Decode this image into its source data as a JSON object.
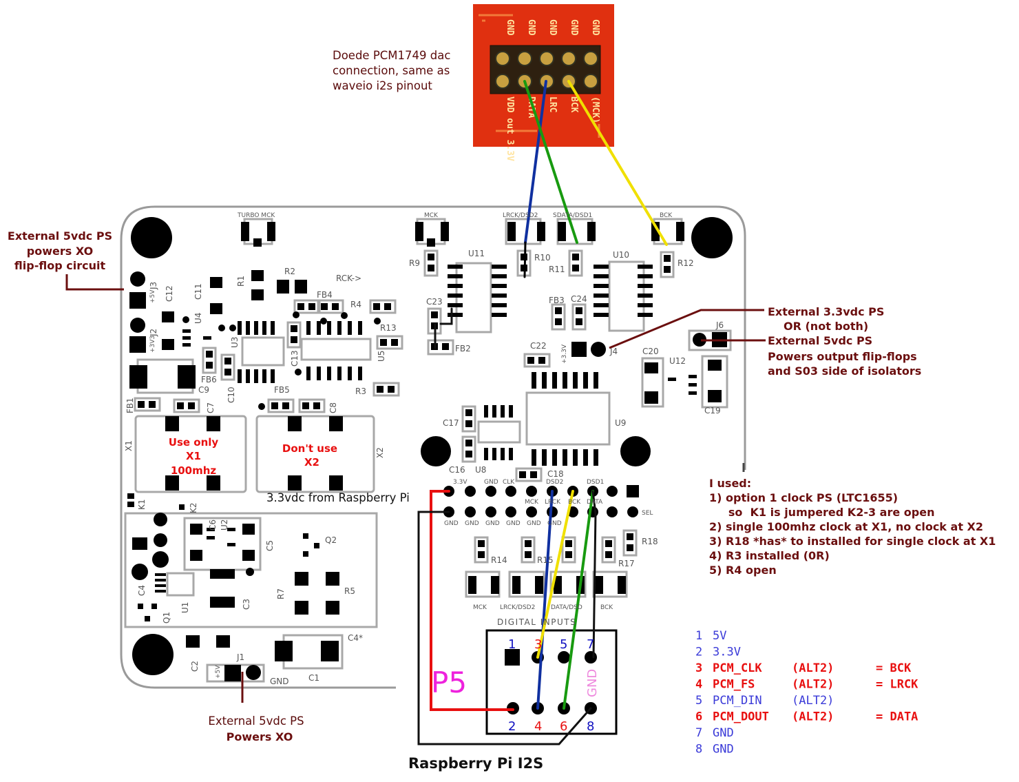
{
  "annotations": {
    "dac_title": [
      "Doede PCM1749 dac",
      "connection, same as",
      "waveio i2s pinout"
    ],
    "ext5v_xo_ff": [
      "External 5vdc PS",
      "powers XO",
      "flip-flop circuit"
    ],
    "ext33": [
      "External 3.3vdc PS",
      "OR (not both)"
    ],
    "ext5v_out": [
      "External 5vdc PS",
      "Powers output flip-flops",
      "and S03 side of isolators"
    ],
    "ext5v_xo": [
      "External 5vdc PS",
      "Powers XO"
    ],
    "use_x1": [
      "Use only",
      "X1",
      "100mhz"
    ],
    "dont_x2": [
      "Don't use",
      "X2"
    ],
    "rpi33": "3.3vdc from Raspberry Pi",
    "p5": "P5",
    "rpi_i2s": "Raspberry Pi I2S",
    "i_used": [
      "I used:",
      "1)  option 1 clock PS (LTC1655)",
      "     so  K1 is jumpered K2-3 are open",
      "2) single 100mhz clock at X1, no clock at X2",
      "3) R18 *has* to installed for single clock at X1",
      "4) R3 installed (0R)",
      "5) R4 open"
    ]
  },
  "dac_header": {
    "top_labels": [
      "GND",
      "GND",
      "GND",
      "GND",
      "GND"
    ],
    "bottom_labels": [
      "VDD out 3.3V",
      "DATA",
      "LRC",
      "BCK",
      "(MCK)"
    ]
  },
  "silkscreen": {
    "turbo_mck": "TURBO MCK",
    "mck": "MCK",
    "lrck_dsd2": "LRCK/DSD2",
    "sdata_dsd1": "SDATA/DSD1",
    "bck": "BCK",
    "u11": "U11",
    "u10": "U10",
    "u9": "U9",
    "u8": "U8",
    "u12": "U12",
    "r1": "R1",
    "r2": "R2",
    "r3": "R3",
    "r4": "R4",
    "r5": "R5",
    "r7": "R7",
    "r9": "R9",
    "r10": "R10",
    "r11": "R11",
    "r12": "R12",
    "r13": "R13",
    "r14": "R14",
    "r15": "R15",
    "r17": "R17",
    "r18": "R18",
    "c1": "C1",
    "c2": "C2",
    "c3": "C3",
    "c4": "C4",
    "c4x": "C4*",
    "c5": "C5",
    "c6": "C6",
    "c7": "C7",
    "c8": "C8",
    "c9": "C9",
    "c10": "C10",
    "c11": "C11",
    "c12": "C12",
    "c13": "C13",
    "c16": "C16",
    "c17": "C17",
    "c18": "C18",
    "c19": "C19",
    "c20": "C20",
    "c22": "C22",
    "c23": "C23",
    "c24": "C24",
    "fb1": "FB1",
    "fb2": "FB2",
    "fb3": "FB3",
    "fb4": "FB4",
    "fb5": "FB5",
    "fb6": "FB6",
    "j1": "J1",
    "j2": "J2",
    "j3": "J3",
    "j4": "J4",
    "j6": "J6",
    "u1": "U1",
    "u2": "U2",
    "u3": "U3",
    "u4": "U4",
    "u5": "U5",
    "q1": "Q1",
    "q2": "Q2",
    "k1": "K1",
    "k2": "K2",
    "x1": "X1",
    "x2": "X2",
    "rck": "RCK->",
    "gnd": "GND",
    "plus5v": "+5V",
    "plus33": "+3.3V",
    "plus3v3": "+3V3",
    "sel": "SEL",
    "digital_inputs": "DIGITAL INPUTS",
    "header_top": [
      "3.3V",
      "GND",
      "CLK",
      "DSD2",
      "DSD1"
    ],
    "header_mid": [
      "MCK",
      "LRCK",
      "BCK",
      "DATA"
    ],
    "header_bot": [
      "GND",
      "GND",
      "GND",
      "GND",
      "GND",
      "GND"
    ],
    "lower_labels": [
      "MCK",
      "LRCK/DSD2",
      "DATA/DSD",
      "BCK"
    ]
  },
  "p5_header": {
    "top_nums": [
      "1",
      "3",
      "5",
      "7"
    ],
    "bottom_nums": [
      "2",
      "4",
      "6",
      "8"
    ],
    "gnd": "GND"
  },
  "pin_legend": [
    {
      "num": "1",
      "name": "5V",
      "alt": "",
      "map": "",
      "highlight": false
    },
    {
      "num": "2",
      "name": "3.3V",
      "alt": "",
      "map": "",
      "highlight": false
    },
    {
      "num": "3",
      "name": "PCM_CLK",
      "alt": "(ALT2)",
      "map": "= BCK",
      "highlight": true
    },
    {
      "num": "4",
      "name": "PCM_FS",
      "alt": "(ALT2)",
      "map": "= LRCK",
      "highlight": true
    },
    {
      "num": "5",
      "name": "PCM_DIN",
      "alt": "(ALT2)",
      "map": "",
      "highlight": false
    },
    {
      "num": "6",
      "name": "PCM_DOUT",
      "alt": "(ALT2)",
      "map": "= DATA",
      "highlight": true
    },
    {
      "num": "7",
      "name": "GND",
      "alt": "",
      "map": "",
      "highlight": false
    },
    {
      "num": "8",
      "name": "GND",
      "alt": "",
      "map": "",
      "highlight": false
    }
  ],
  "colors": {
    "dac_board": "#e03010",
    "annotation": "#6b0f0f",
    "highlight_red": "#e81010",
    "legend_blue": "#3a3ad8",
    "p5_magenta": "#ee22dd",
    "wire_blue": "#1030a0",
    "wire_green": "#189a10",
    "wire_yellow": "#f0e000",
    "wire_red": "#e81010",
    "wire_black": "#111111"
  }
}
